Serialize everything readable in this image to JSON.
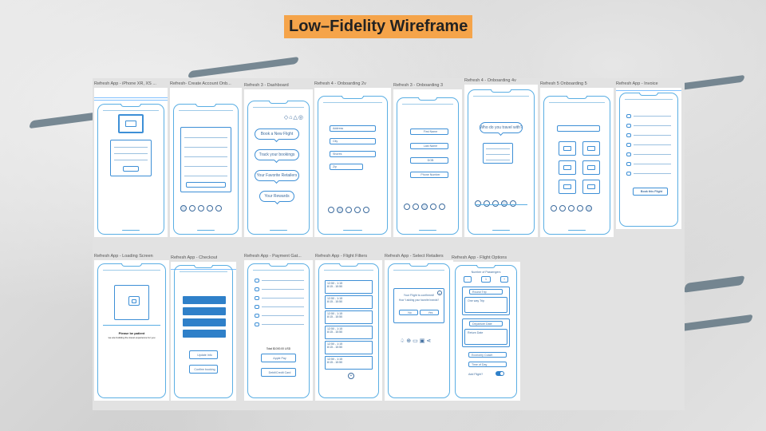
{
  "page": {
    "title": "Low–Fidelity Wireframe",
    "accent": "#f5a44a",
    "wire_color": "#3d8fd6"
  },
  "frames": {
    "f1": {
      "label": "Refresh App - iPhone XR, XS ..."
    },
    "f2": {
      "label": "Refresh- Create Account Onb..."
    },
    "f3": {
      "label": "Refresh 3 - Dashboard",
      "bubbles": [
        "Book a New Flight",
        "Track your bookings",
        "Your Favorite Retailers",
        "Your Rewards"
      ]
    },
    "f4": {
      "label": "Refresh 4 - Onboarding 2v",
      "fields": [
        "Address",
        "City",
        "Shores",
        "Zip"
      ]
    },
    "f5": {
      "label": "Refresh 3 - Onboarding 3",
      "fields": [
        "First Name",
        "Last Name",
        "DOB",
        "Phone Number"
      ]
    },
    "f6": {
      "label": "Refresh 4 - Onboarding 4v",
      "bubble": "Who do you travel with?"
    },
    "f7": {
      "label": "Refresh 5 Onboarding 5"
    },
    "f8": {
      "label": "Refresh App - Invoice",
      "button": "Book this Flight"
    },
    "f9": {
      "label": "Refresh App - Loading Screen",
      "line1": "Please be patient",
      "line2": "we are building the travel experience for you"
    },
    "f10": {
      "label": "Refresh App - Checkout",
      "buttons": [
        "Update Info",
        "Confirm booking"
      ]
    },
    "f11": {
      "label": "Refresh App - Payment Gat...",
      "total": "Total $1000.00 USD",
      "buttons": [
        "Apple Pay",
        "Debit/Credit Card"
      ]
    },
    "f12": {
      "label": "Refresh App - Flight Filters",
      "rows": [
        {
          "a": "12:50 - 1:15",
          "b": "8:15 - 10:50"
        },
        {
          "a": "12:50 - 1:15",
          "b": "8:15 - 10:50"
        },
        {
          "a": "12:50 - 1:15",
          "b": "8:15 - 10:50"
        },
        {
          "a": "12:50 - 1:15",
          "b": "8:15 - 10:50"
        },
        {
          "a": "12:50 - 1:15",
          "b": "8:15 - 10:50"
        },
        {
          "a": "12:50 - 1:15",
          "b": "8:15 - 10:50"
        }
      ]
    },
    "f13": {
      "label": "Refresh App - Select Retailers",
      "line1": "Your Flight is confirmed!",
      "line2": "How ’t adding your favorite brands?",
      "buttons": [
        "No",
        "Yes"
      ]
    },
    "f14": {
      "label": "Refresh App - Flight Options",
      "heading": "Number of Passengers",
      "counter": [
        "-",
        "1",
        "+"
      ],
      "options": [
        "Round Trip",
        "One way Trip",
        "Departure Date",
        "Return Date",
        "Economy Coach",
        "Time of Day"
      ],
      "toggle_label": "Add Flight?"
    }
  }
}
